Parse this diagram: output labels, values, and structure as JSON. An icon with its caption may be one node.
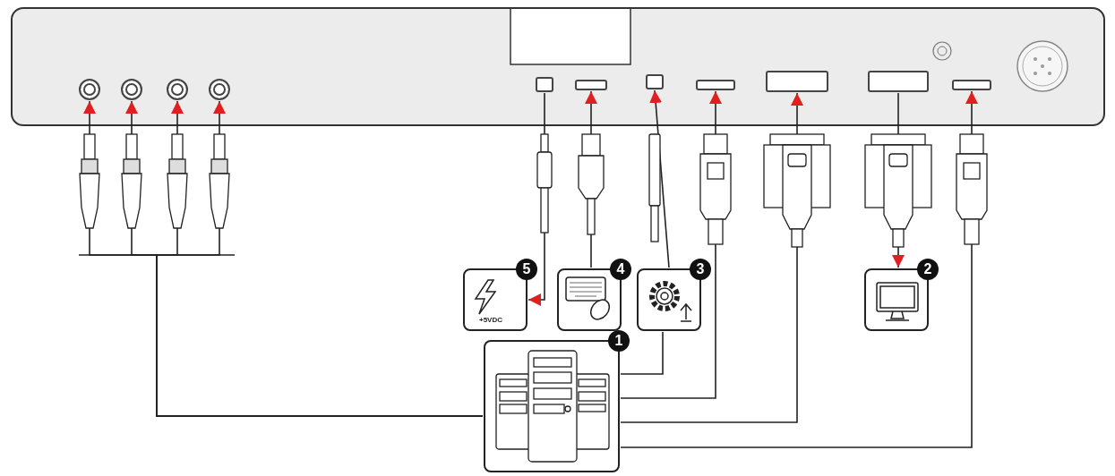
{
  "diagram": {
    "nodes": [
      {
        "text": [],
        "shape": "box"
      },
      {
        "text": [],
        "shape": "circle",
        "in": 0
      },
      {
        "text": [],
        "shape": "circle",
        "in": 0
      },
      {
        "text": [],
        "shape": "circle",
        "in": 0
      },
      {
        "text": [],
        "shape": "circle",
        "in": 0
      },
      {
        "text": [],
        "shape": "box",
        "in": 0
      },
      {
        "text": [],
        "shape": "box",
        "in": 0
      },
      {
        "text": [],
        "shape": "box",
        "in": 0
      },
      {
        "text": [],
        "shape": "box",
        "in": 0
      },
      {
        "text": [],
        "shape": "box",
        "in": 0
      },
      {
        "text": [],
        "shape": "box",
        "in": 0
      },
      {
        "text": [],
        "shape": "box",
        "in": 0
      },
      {
        "text": [
          "5",
          "+5VDC"
        ]
      },
      {
        "text": [
          "4"
        ]
      },
      {
        "text": [
          "3"
        ]
      },
      {
        "text": [
          "2"
        ]
      },
      {
        "text": [
          "1"
        ]
      }
    ],
    "edges": [
      {
        "from": 16,
        "to": 1,
        "arrow": "to"
      },
      {
        "from": 16,
        "to": 2,
        "arrow": "to"
      },
      {
        "from": 16,
        "to": 3,
        "arrow": "to"
      },
      {
        "from": 16,
        "to": 4,
        "arrow": "to"
      },
      {
        "from": 5,
        "to": 12,
        "arrow": "to"
      },
      {
        "from": 13,
        "to": 6,
        "arrow": "to"
      },
      {
        "from": 14,
        "to": 7,
        "arrow": "to"
      },
      {
        "from": 16,
        "to": 14,
        "arrow": "none"
      },
      {
        "from": 16,
        "to": 8,
        "arrow": "to"
      },
      {
        "from": 16,
        "to": 9,
        "arrow": "to"
      },
      {
        "from": 10,
        "to": 15,
        "arrow": "to"
      },
      {
        "from": 16,
        "to": 11,
        "arrow": "to"
      }
    ]
  }
}
